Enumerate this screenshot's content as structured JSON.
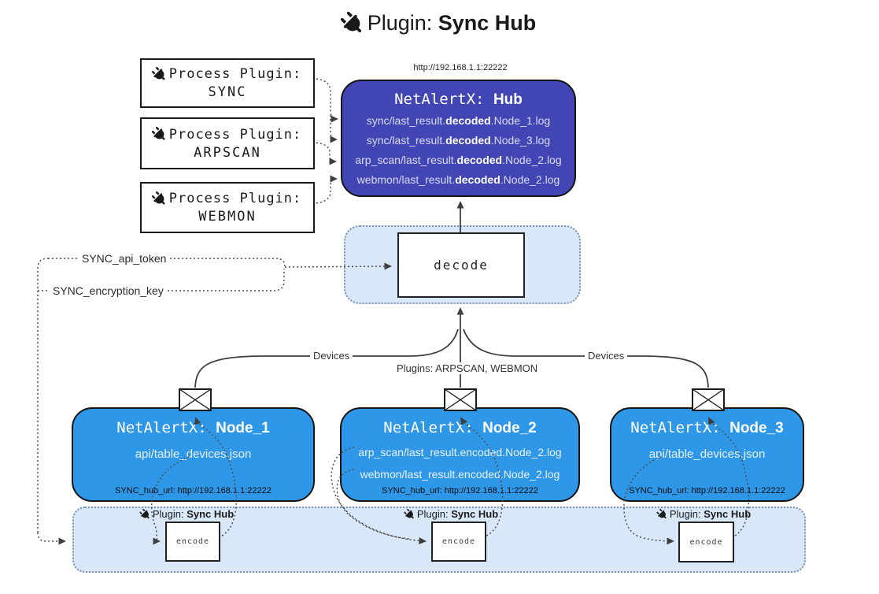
{
  "title": {
    "icon": "plug-icon",
    "prefix": "Plugin: ",
    "name": "Sync Hub"
  },
  "hub": {
    "url_label": "http://192.168.1.1:22222",
    "title_prefix": "NetAlertX: ",
    "title_name": "Hub",
    "logs": [
      {
        "pre": "sync/last_result.",
        "bold": "decoded",
        "post": ".Node_1.log"
      },
      {
        "pre": "sync/last_result.",
        "bold": "decoded",
        "post": ".Node_3.log"
      },
      {
        "pre": "arp_scan/last_result.",
        "bold": "decoded",
        "post": ".Node_2.log"
      },
      {
        "pre": "webmon/last_result.",
        "bold": "decoded",
        "post": ".Node_2.log"
      }
    ]
  },
  "process_plugins": [
    {
      "line1": "Process Plugin:",
      "line2": "SYNC"
    },
    {
      "line1": "Process Plugin:",
      "line2": "ARPSCAN"
    },
    {
      "line1": "Process Plugin:",
      "line2": "WEBMON"
    }
  ],
  "decode": {
    "label": "decode"
  },
  "keys": {
    "api_token": "SYNC_api_token",
    "encryption_key": "SYNC_encryption_key"
  },
  "edges": {
    "devices_left": "Devices",
    "plugins_mid": "Plugins: ARPSCAN, WEBMON",
    "devices_right": "Devices"
  },
  "nodes": [
    {
      "title_prefix": "NetAlertX: ",
      "title_name": "Node_1",
      "files": [
        "api/table_devices.json"
      ],
      "hub_url": "SYNC_hub_url: http://192.168.1.1:22222"
    },
    {
      "title_prefix": "NetAlertX: ",
      "title_name": "Node_2",
      "files": [
        "arp_scan/last_result.encoded.Node_2.log",
        "webmon/last_result.encoded.Node_2.log"
      ],
      "hub_url": "SYNC_hub_url: http://192.168.1.1:22222"
    },
    {
      "title_prefix": "NetAlertX: ",
      "title_name": "Node_3",
      "files": [
        "api/table_devices.json"
      ],
      "hub_url": "SYNC_hub_url: http://192.168.1.1:22222"
    }
  ],
  "encoders": [
    {
      "label_prefix": "Plugin: ",
      "label_name": "Sync Hub",
      "box_label": "encode"
    },
    {
      "label_prefix": "Plugin: ",
      "label_name": "Sync Hub",
      "box_label": "encode"
    },
    {
      "label_prefix": "Plugin: ",
      "label_name": "Sync Hub",
      "box_label": "encode"
    }
  ],
  "colors": {
    "hub_bg": "#4246b4",
    "node_bg": "#2e97e8",
    "panel_bg": "#d9e8f8",
    "solid_line": "#3f3f3f",
    "dotted_line": "#4d4d4d"
  }
}
